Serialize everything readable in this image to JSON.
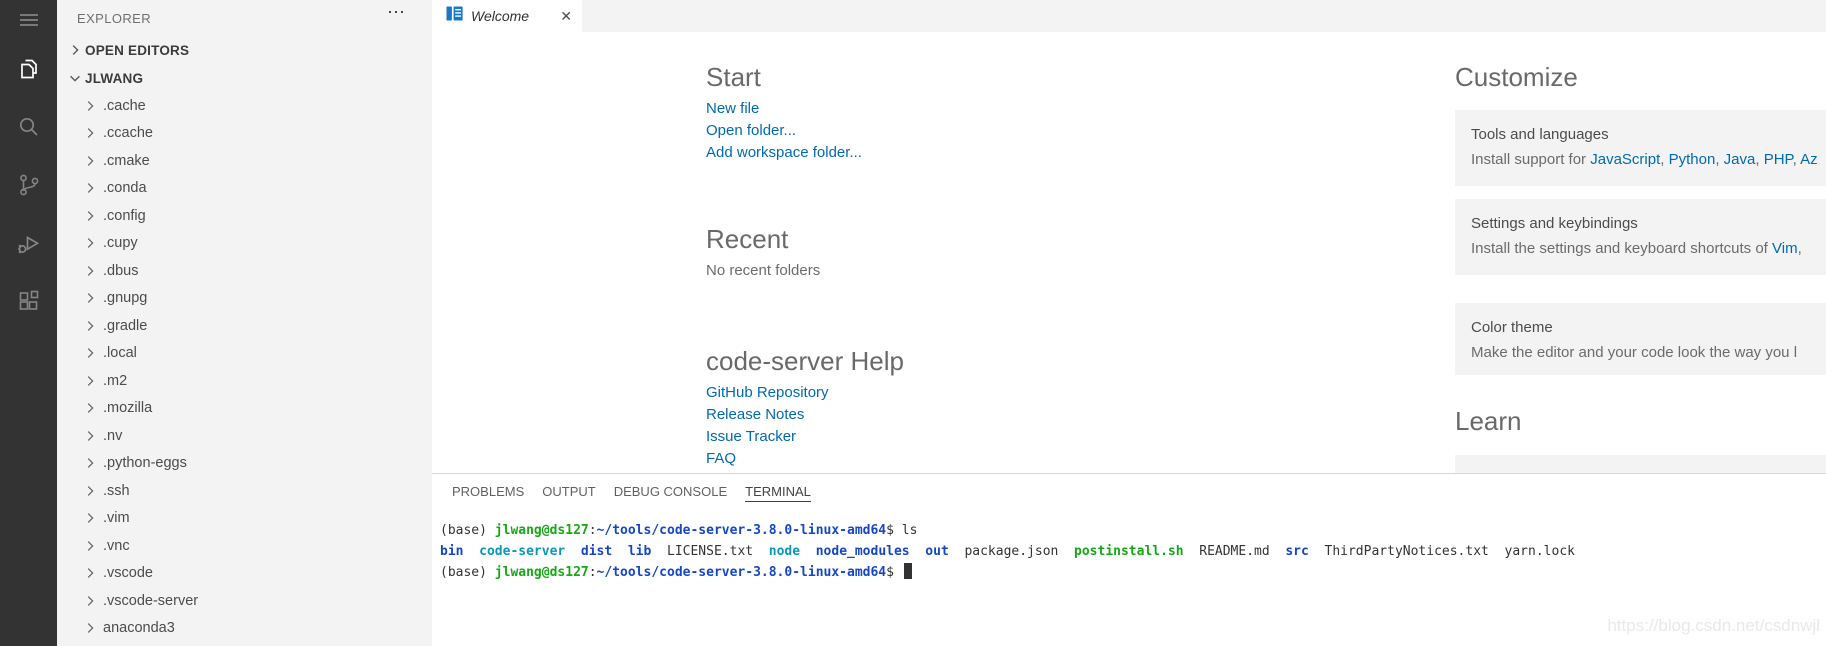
{
  "colors": {
    "link_blue": "#006ab1",
    "activity_bar_bg": "#333333",
    "sidebar_bg": "#f3f3f3",
    "card_bg": "#f3f3f3",
    "terminal_fg": "#333333",
    "terminal_green": "#17a817",
    "terminal_blue": "#1646c8",
    "terminal_cyan": "#0a98b8",
    "tab_icon_blue": "#1878c8"
  },
  "sidebar": {
    "title": "EXPLORER",
    "sections": [
      {
        "label": "OPEN EDITORS",
        "expanded": false
      },
      {
        "label": "JLWANG",
        "expanded": true
      }
    ],
    "tree": [
      ".cache",
      ".ccache",
      ".cmake",
      ".conda",
      ".config",
      ".cupy",
      ".dbus",
      ".gnupg",
      ".gradle",
      ".local",
      ".m2",
      ".mozilla",
      ".nv",
      ".python-eggs",
      ".ssh",
      ".vim",
      ".vnc",
      ".vscode",
      ".vscode-server",
      "anaconda3"
    ]
  },
  "editor": {
    "tab_label": "Welcome",
    "start": {
      "title": "Start",
      "links": [
        "New file",
        "Open folder...",
        "Add workspace folder..."
      ]
    },
    "recent": {
      "title": "Recent",
      "empty": "No recent folders"
    },
    "help": {
      "title": "code-server Help",
      "links": [
        "GitHub Repository",
        "Release Notes",
        "Issue Tracker",
        "FAQ"
      ]
    },
    "customize": {
      "title": "Customize",
      "cards": [
        {
          "title": "Tools and languages",
          "desc_prefix": "Install support for ",
          "links": [
            "JavaScript",
            "Python",
            "Java",
            "PHP",
            "Az"
          ],
          "desc_suffix": ""
        },
        {
          "title": "Settings and keybindings",
          "desc_prefix": "Install the settings and keyboard shortcuts of ",
          "links": [
            "Vim"
          ],
          "desc_suffix": ","
        },
        {
          "title": "Color theme",
          "desc_prefix": "Make the editor and your code look the way you l",
          "links": [],
          "desc_suffix": ""
        }
      ]
    },
    "learn_title": "Learn"
  },
  "panel": {
    "tabs": [
      "PROBLEMS",
      "OUTPUT",
      "DEBUG CONSOLE",
      "TERMINAL"
    ],
    "active_tab": "TERMINAL",
    "terminal_lines": [
      {
        "tokens": [
          {
            "t": "(base) ",
            "c": "fg"
          },
          {
            "t": "jlwang@ds127",
            "c": "green",
            "b": true
          },
          {
            "t": ":",
            "c": "fg"
          },
          {
            "t": "~/tools/code-server-3.8.0-linux-amd64",
            "c": "blue",
            "b": true
          },
          {
            "t": "$ ls",
            "c": "fg"
          }
        ]
      },
      {
        "tokens": [
          {
            "t": "bin",
            "c": "blue",
            "b": true
          },
          {
            "t": "  ",
            "c": "fg"
          },
          {
            "t": "code-server",
            "c": "cyan",
            "b": true
          },
          {
            "t": "  ",
            "c": "fg"
          },
          {
            "t": "dist",
            "c": "blue",
            "b": true
          },
          {
            "t": "  ",
            "c": "fg"
          },
          {
            "t": "lib",
            "c": "blue",
            "b": true
          },
          {
            "t": "  ",
            "c": "fg"
          },
          {
            "t": "LICENSE.txt",
            "c": "fg"
          },
          {
            "t": "  ",
            "c": "fg"
          },
          {
            "t": "node",
            "c": "cyan",
            "b": true
          },
          {
            "t": "  ",
            "c": "fg"
          },
          {
            "t": "node_modules",
            "c": "blue",
            "b": true
          },
          {
            "t": "  ",
            "c": "fg"
          },
          {
            "t": "out",
            "c": "blue",
            "b": true
          },
          {
            "t": "  ",
            "c": "fg"
          },
          {
            "t": "package.json",
            "c": "fg"
          },
          {
            "t": "  ",
            "c": "fg"
          },
          {
            "t": "postinstall.sh",
            "c": "green",
            "b": true
          },
          {
            "t": "  ",
            "c": "fg"
          },
          {
            "t": "README.md",
            "c": "fg"
          },
          {
            "t": "  ",
            "c": "fg"
          },
          {
            "t": "src",
            "c": "blue",
            "b": true
          },
          {
            "t": "  ",
            "c": "fg"
          },
          {
            "t": "ThirdPartyNotices.txt",
            "c": "fg"
          },
          {
            "t": "  ",
            "c": "fg"
          },
          {
            "t": "yarn.lock",
            "c": "fg"
          }
        ]
      },
      {
        "cursor": true,
        "tokens": [
          {
            "t": "(base) ",
            "c": "fg"
          },
          {
            "t": "jlwang@ds127",
            "c": "green",
            "b": true
          },
          {
            "t": ":",
            "c": "fg"
          },
          {
            "t": "~/tools/code-server-3.8.0-linux-amd64",
            "c": "blue",
            "b": true
          },
          {
            "t": "$ ",
            "c": "fg"
          }
        ]
      }
    ]
  },
  "watermark": "https://blog.csdn.net/csdnwjl"
}
